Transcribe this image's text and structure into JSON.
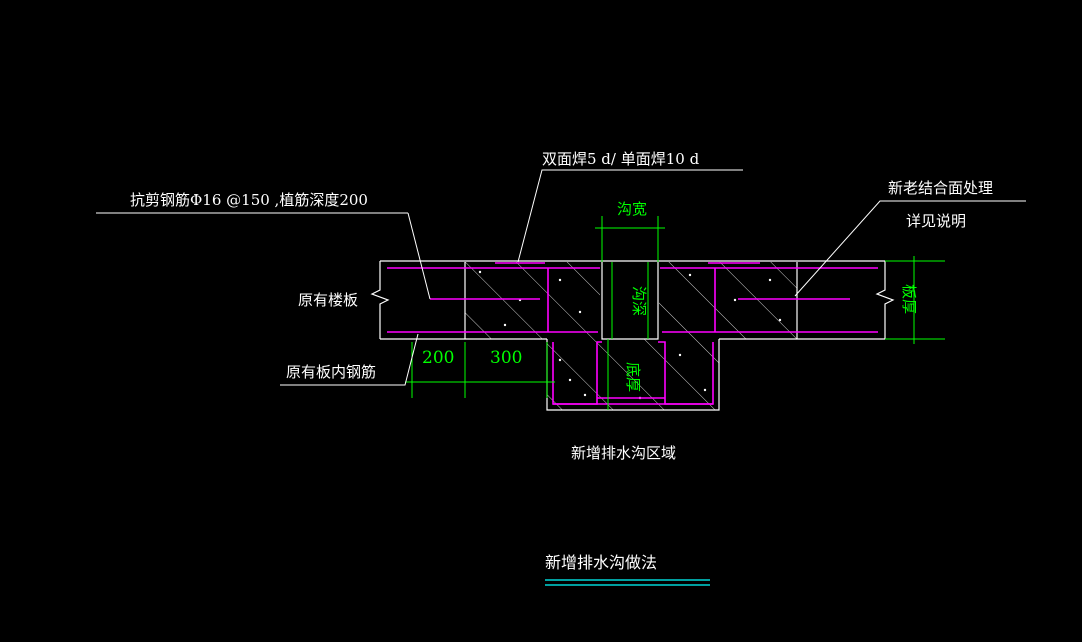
{
  "drawing": {
    "title": "新增排水沟做法",
    "labels": {
      "weld": "双面焊5 d/ 单面焊10 d",
      "shear_rebar": "抗剪钢筋Φ16 @150 ,植筋深度200",
      "interface_line1": "新老结合面处理",
      "interface_line2": "详见说明",
      "existing_slab": "原有楼板",
      "existing_rebar": "原有板内钢筋",
      "trench_area": "新增排水沟区域"
    },
    "dimensions": {
      "trench_width": "沟宽",
      "trench_depth": "沟深",
      "slab_thickness": "板厚",
      "bottom_thickness": "底厚",
      "dim_200": "200",
      "dim_300": "300"
    }
  },
  "colors": {
    "background": "#000000",
    "outline": "#ffffff",
    "rebar": "#ff00ff",
    "dimension": "#00ff00",
    "text": "#ffffff",
    "title_underline": "#00ffff"
  }
}
